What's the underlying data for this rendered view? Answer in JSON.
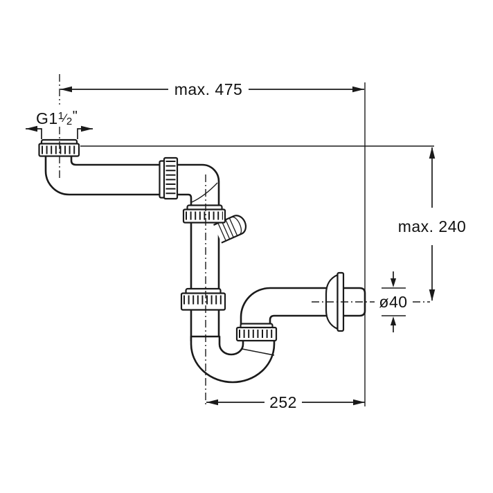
{
  "page": {
    "background_color": "#ffffff",
    "line_color": "#1a1a1a"
  },
  "drawing": {
    "kind": "plumbing-siphon-dimension-drawing",
    "labels": {
      "width_max": "max. 475",
      "height_max": "max. 240",
      "trap_distance": "252",
      "outlet_diameter": "ø40",
      "thread": {
        "prefix": "G1",
        "frac_num": "1",
        "frac_slash": "⁄",
        "frac_den": "2",
        "unit": "\""
      }
    }
  }
}
